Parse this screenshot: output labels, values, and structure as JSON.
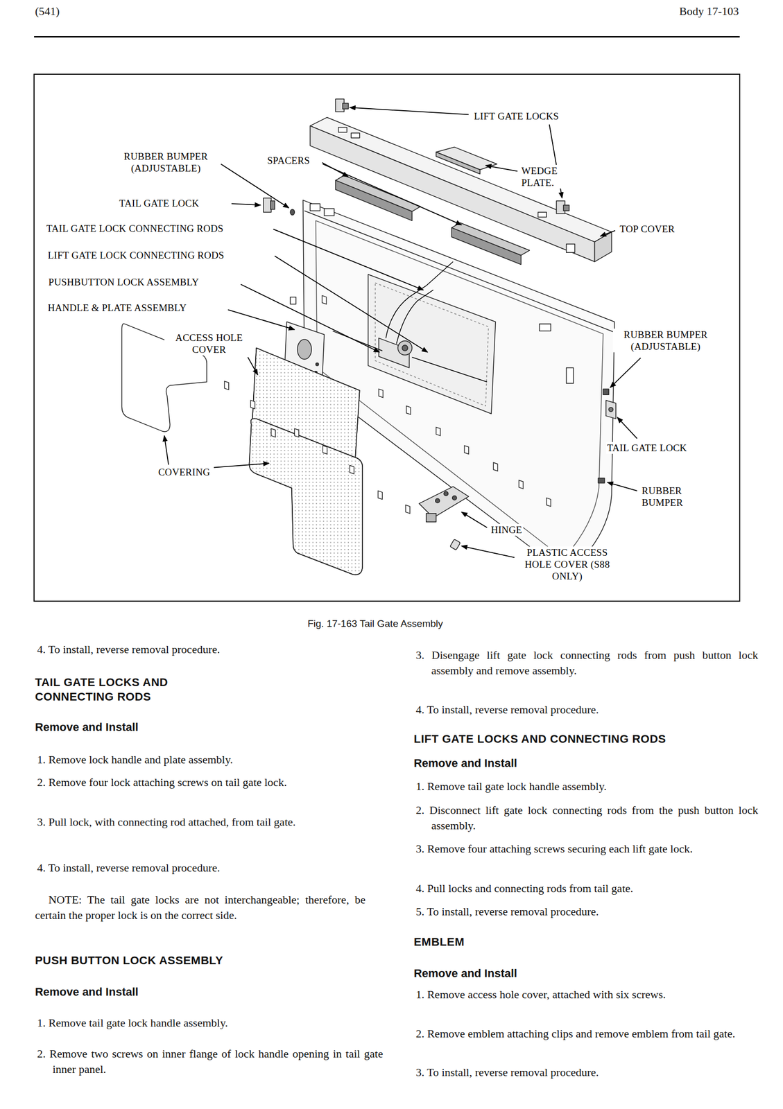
{
  "diagram": {
    "caption": "Fig. 17-163 Tail Gate Assembly",
    "labels": [
      "(541)",
      "Body 17-103",
      "LIFT GATE LOCKS",
      "RUBBER BUMPER (ADJUSTABLE)",
      "SPACERS",
      "WEDGE PLATE.",
      "TAIL GATE LOCK",
      "TOP COVER",
      "TAIL GATE LOCK CONNECTING RODS",
      "LIFT GATE LOCK CONNECTING RODS",
      "PUSHBUTTON LOCK ASSEMBLY",
      "HANDLE & PLATE ASSEMBLY",
      "ACCESS HOLE COVER",
      "RUBBER BUMPER (ADJUSTABLE)",
      "TAIL GATE LOCK",
      "COVERING",
      "RUBBER BUMPER",
      "HINGE",
      "PLASTIC ACCESS HOLE COVER (S88 ONLY)",
      "4. To install, reverse removal procedure.",
      "TAIL GATE LOCKS AND CONNECTING RODS",
      "Remove and Install",
      "1. Remove lock handle and plate assembly.",
      "2. Remove four lock attaching screws on tail gate lock.",
      "3. Pull lock, with connecting rod attached, from tail gate.",
      "4. To install, reverse removal procedure.",
      "NOTE: The tail gate locks are not interchangeable; therefore, be certain the proper lock is on the correct side.",
      "PUSH BUTTON LOCK ASSEMBLY",
      "Remove and Install",
      "1. Remove tail gate lock handle assembly.",
      "2. Remove two screws on inner flange of lock handle opening in tail gate inner panel.",
      "3. Disengage lift gate lock connecting rods from push button lock assembly and remove assembly.",
      "4. To install, reverse removal procedure.",
      "LIFT GATE LOCKS AND CONNECTING RODS",
      "Remove and Install",
      "1. Remove tail gate lock handle assembly.",
      "2. Disconnect lift gate lock connecting rods from the push button lock assembly.",
      "3. Remove four attaching screws securing each lift gate lock.",
      "4. Pull locks and connecting rods from tail gate.",
      "5. To install, reverse removal procedure.",
      "EMBLEM",
      "Remove and Install",
      "1. Remove access hole cover, attached with six screws.",
      "2. Remove emblem attaching clips and remove emblem from tail gate.",
      "3. To install, reverse removal procedure."
    ]
  }
}
